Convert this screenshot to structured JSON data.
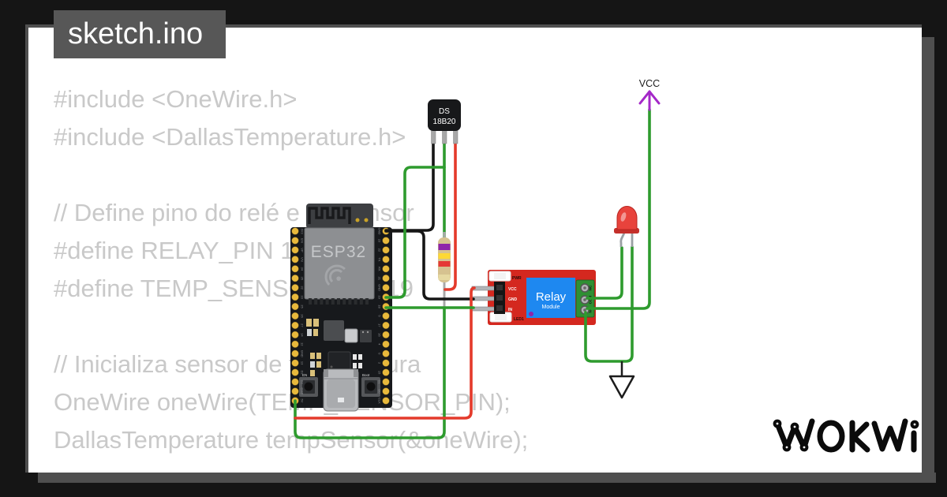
{
  "window": {
    "tab_title": "sketch.ino"
  },
  "code": {
    "lines": [
      "#include <OneWire.h>",
      "#include <DallasTemperature.h>",
      "",
      "// Define pino do relé e do sensor",
      "#define RELAY_PIN 18",
      "#define TEMP_SENSOR_PIN 19",
      "",
      "// Inicializa sensor de temperatura",
      "OneWire oneWire(TEMP_SENSOR_PIN);",
      "DallasTemperature tempSensor(&oneWire);"
    ]
  },
  "diagram": {
    "vcc_label": "VCC",
    "ds18b20": {
      "line1": "DS",
      "line2": "18B20"
    },
    "esp32": {
      "chip_label": "ESP32",
      "en_label": "EN",
      "boot_label": "Boot",
      "left_pins": [
        "3V3",
        "EN",
        "VP",
        "VN",
        "34",
        "35",
        "32",
        "33",
        "25",
        "26",
        "27",
        "14",
        "12",
        "GND",
        "13",
        "D2",
        "D3",
        "CMD",
        "5V"
      ],
      "right_pins": [
        "GND",
        "23",
        "22",
        "TX",
        "RX",
        "21",
        "GND",
        "19",
        "18",
        "5",
        "17",
        "16",
        "4",
        "0",
        "2",
        "15",
        "D1",
        "D0",
        "CLK"
      ]
    },
    "relay": {
      "title": "Relay",
      "subtitle": "Module",
      "pwr_label": "PWR",
      "led_label": "LED1",
      "pin_labels": [
        "VCC",
        "GND",
        "IN"
      ],
      "terminal_labels": [
        "NC",
        "COM",
        "NO"
      ]
    }
  },
  "logo": {
    "text": "WOKWI"
  },
  "colors": {
    "bg": "#151515",
    "card-frame": "#4f4f4f",
    "tab-gray": "#575757",
    "code-gray": "#c9c9c9",
    "wire-green": "#2e9b2e",
    "wire-red": "#e43a2b",
    "wire-black": "#161616",
    "board-black": "#17191c",
    "module-gray": "#8d8f92",
    "pin-gold": "#e8b93c",
    "pcb-red": "#d4281f",
    "relay-blue": "#1e88f0",
    "terminal-green": "#2f8f33",
    "resistor-beige": "#d6c290",
    "led-red": "#e8433c",
    "vcc-purple": "#a428c8"
  }
}
